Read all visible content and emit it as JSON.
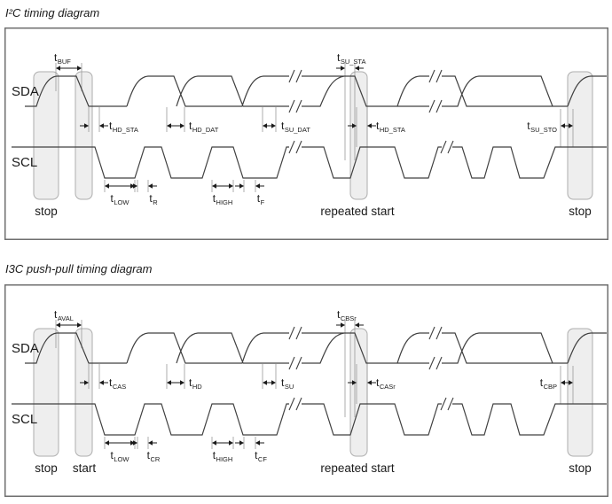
{
  "colors": {
    "background": "#ffffff",
    "waveform_line": "#404040",
    "highlight_fill": "#ebebeb",
    "highlight_border": "#aeaeae",
    "frame_border": "#6f6f6f",
    "guide_line": "#9a9a9a",
    "text": "#1a1a1a"
  },
  "diagram1": {
    "title": "I²C timing diagram",
    "sda_label": "SDA",
    "scl_label": "SCL",
    "annotations": [
      {
        "id": "t-buf",
        "main": "t",
        "sub": "BUF"
      },
      {
        "id": "t-hd-sta",
        "main": "t",
        "sub": "HD_STA"
      },
      {
        "id": "t-hd-dat",
        "main": "t",
        "sub": "HD_DAT"
      },
      {
        "id": "t-su-dat",
        "main": "t",
        "sub": "SU_DAT"
      },
      {
        "id": "t-su-sta",
        "main": "t",
        "sub": "SU_STA"
      },
      {
        "id": "t-hd-sta-repeated",
        "main": "t",
        "sub": "HD_STA"
      },
      {
        "id": "t-su-sto",
        "main": "t",
        "sub": "SU_STO"
      },
      {
        "id": "t-low",
        "main": "t",
        "sub": "LOW"
      },
      {
        "id": "t-r",
        "main": "t",
        "sub": "R"
      },
      {
        "id": "t-high",
        "main": "t",
        "sub": "HIGH"
      },
      {
        "id": "t-f",
        "main": "t",
        "sub": "F"
      }
    ],
    "conditions": [
      "stop",
      "",
      "repeated start",
      "stop"
    ]
  },
  "diagram2": {
    "title": "I3C push-pull timing diagram",
    "sda_label": "SDA",
    "scl_label": "SCL",
    "annotations": [
      {
        "id": "t-aval",
        "main": "t",
        "sub": "AVAL"
      },
      {
        "id": "t-cas",
        "main": "t",
        "sub": "CAS"
      },
      {
        "id": "t-hd",
        "main": "t",
        "sub": "HD"
      },
      {
        "id": "t-su",
        "main": "t",
        "sub": "SU"
      },
      {
        "id": "t-cbsr",
        "main": "t",
        "sub": "CBSr"
      },
      {
        "id": "t-casr",
        "main": "t",
        "sub": "CASr"
      },
      {
        "id": "t-cbp",
        "main": "t",
        "sub": "CBP"
      },
      {
        "id": "t-low",
        "main": "t",
        "sub": "LOW"
      },
      {
        "id": "t-cr",
        "main": "t",
        "sub": "CR"
      },
      {
        "id": "t-high",
        "main": "t",
        "sub": "HIGH"
      },
      {
        "id": "t-cf",
        "main": "t",
        "sub": "CF"
      }
    ],
    "conditions": [
      "stop",
      "start",
      "repeated start",
      "stop"
    ]
  }
}
